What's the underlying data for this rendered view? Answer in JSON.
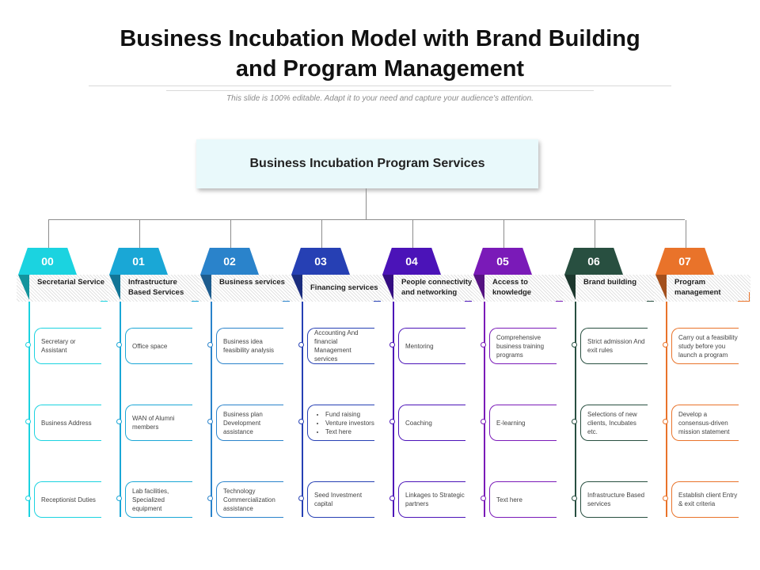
{
  "title_line1": "Business Incubation Model with Brand Building",
  "title_line2": "and Program Management",
  "subtitle": "This slide is 100% editable. Adapt it to your need and capture your audience's attention.",
  "root": "Business Incubation Program Services",
  "colors": [
    "#1bd3e0",
    "#1aa7d6",
    "#2a83cb",
    "#2640b4",
    "#4b13b8",
    "#7a1ab8",
    "#284f40",
    "#e9732a"
  ],
  "columns": [
    {
      "num": "00",
      "title": "Secretarial Service",
      "items": [
        {
          "text": "Secretary or Assistant"
        },
        {
          "text": "Business Address"
        },
        {
          "text": "Receptionist Duties"
        }
      ]
    },
    {
      "num": "01",
      "title": "Infrastructure Based Services",
      "items": [
        {
          "text": "Office space"
        },
        {
          "text": "WAN of Alumni members"
        },
        {
          "text": "Lab facilities, Specialized equipment"
        }
      ]
    },
    {
      "num": "02",
      "title": "Business services",
      "items": [
        {
          "text": "Business idea feasibility analysis"
        },
        {
          "text": "Business plan Development assistance"
        },
        {
          "text": "Technology Commercialization assistance"
        }
      ]
    },
    {
      "num": "03",
      "title": "Financing services",
      "items": [
        {
          "text": "Accounting And financial Management services"
        },
        {
          "list": [
            "Fund raising",
            "Venture investors",
            "Text here"
          ]
        },
        {
          "text": "Seed Investment capital"
        }
      ]
    },
    {
      "num": "04",
      "title": "People connectivity and networking",
      "items": [
        {
          "text": "Mentoring"
        },
        {
          "text": "Coaching"
        },
        {
          "text": "Linkages to Strategic partners"
        }
      ]
    },
    {
      "num": "05",
      "title": "Access to knowledge",
      "items": [
        {
          "text": "Comprehensive business training programs"
        },
        {
          "text": "E-learning"
        },
        {
          "text": "Text here"
        }
      ]
    },
    {
      "num": "06",
      "title": "Brand building",
      "items": [
        {
          "text": "Strict admission And exit rules"
        },
        {
          "text": "Selections of new clients, Incubates etc."
        },
        {
          "text": "Infrastructure Based services"
        }
      ]
    },
    {
      "num": "07",
      "title": "Program management",
      "items": [
        {
          "text": "Carry out a feasibility study before you launch a program"
        },
        {
          "text": "Develop a consensus-driven mission statement"
        },
        {
          "text": "Establish client Entry & exit criteria"
        }
      ]
    }
  ]
}
